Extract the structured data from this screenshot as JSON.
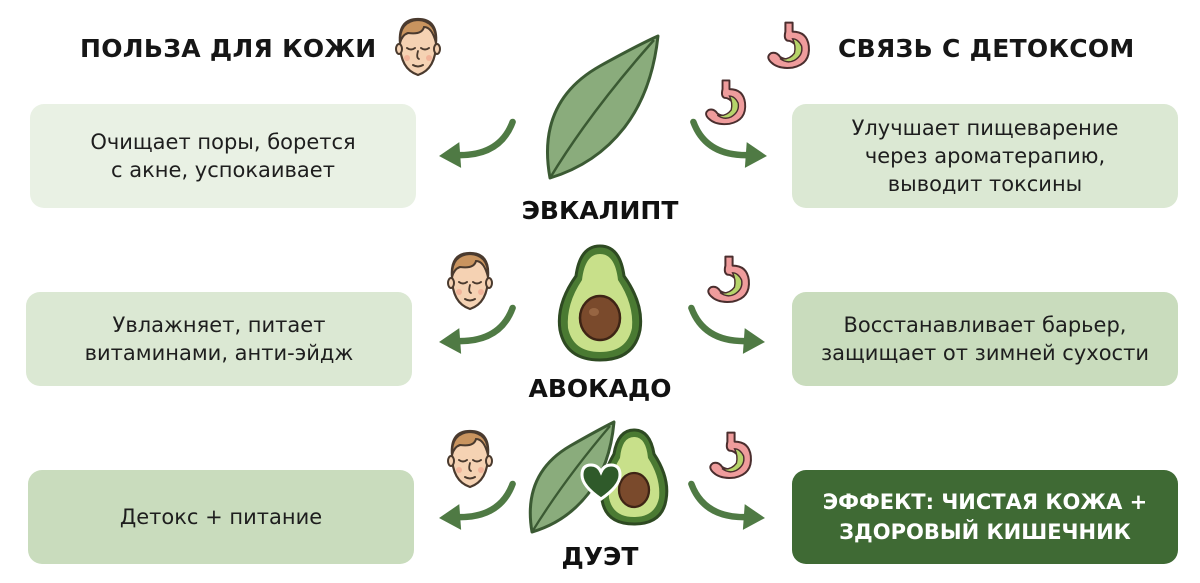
{
  "headers": {
    "left": "ПОЛЬЗА ДЛЯ КОЖИ",
    "right": "СВЯЗЬ С ДЕТОКСОМ"
  },
  "rows": [
    {
      "label": "ЭВКАЛИПТ",
      "skin": "Очищает поры, борется\nс акне, успокаивает",
      "detox": "Улучшает пищеварение\nчерез ароматерапию,\nвыводит токсины"
    },
    {
      "label": "АВОКАДО",
      "skin": "Увлажняет, питает\nвитаминами, анти-эйдж",
      "detox": "Восстанавливает барьер,\nзащищает от зимней сухости"
    },
    {
      "label": "ДУЭТ",
      "skin": "Детокс + питание",
      "detox": "ЭФФЕКТ: ЧИСТАЯ КОЖА +\nЗДОРОВЫЙ КИШЕЧНИК"
    }
  ],
  "colors": {
    "arrow": "#4f7a44",
    "leaf": "#8aac7c",
    "avocado_skin": "#a9c96a",
    "pit": "#7a4a2c",
    "dark_card": "#3f6a34"
  },
  "icons": [
    "face-icon",
    "stomach-icon",
    "leaf-icon",
    "avocado-icon",
    "heart-icon",
    "arrow-icon"
  ]
}
